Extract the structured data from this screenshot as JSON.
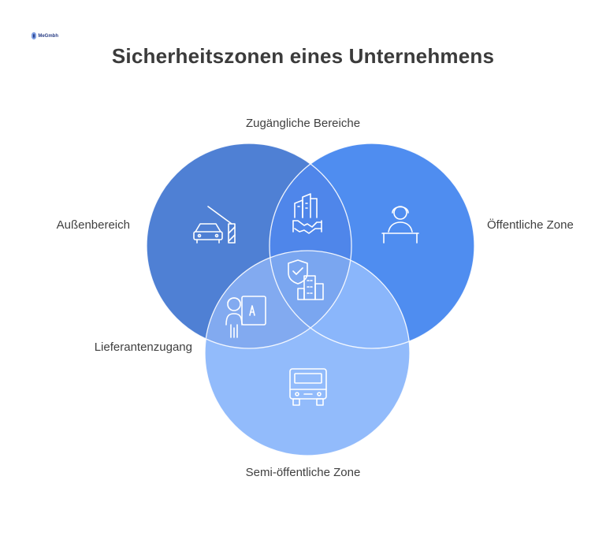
{
  "logo": {
    "text": "MeGmbh",
    "colors": {
      "mark": "#2b3f86",
      "ring": "#7fa0e6"
    }
  },
  "title": "Sicherheitszonen eines Unternehmens",
  "labels": {
    "top": "Zugängliche Bereiche",
    "left": "Außenbereich",
    "right": "Öffentliche Zone",
    "lower_left": "Lieferantenzugang",
    "bottom": "Semi-öffentliche Zone"
  },
  "colors": {
    "circle_left": "#4f80d4",
    "circle_right": "#4f8df0",
    "circle_bottom": "#92bbfb",
    "overlap_left_right": "#4f86ea",
    "overlap_left_bottom": "#82aaf0",
    "overlap_right_bottom": "#8ab6fb",
    "overlap_all": "#7aa6f0",
    "icon_stroke": "#ffffff"
  },
  "icons": [
    "car-barrier-icon",
    "building-handshake-icon",
    "receptionist-icon",
    "shield-building-icon",
    "delivery-person-icon",
    "truck-icon"
  ]
}
